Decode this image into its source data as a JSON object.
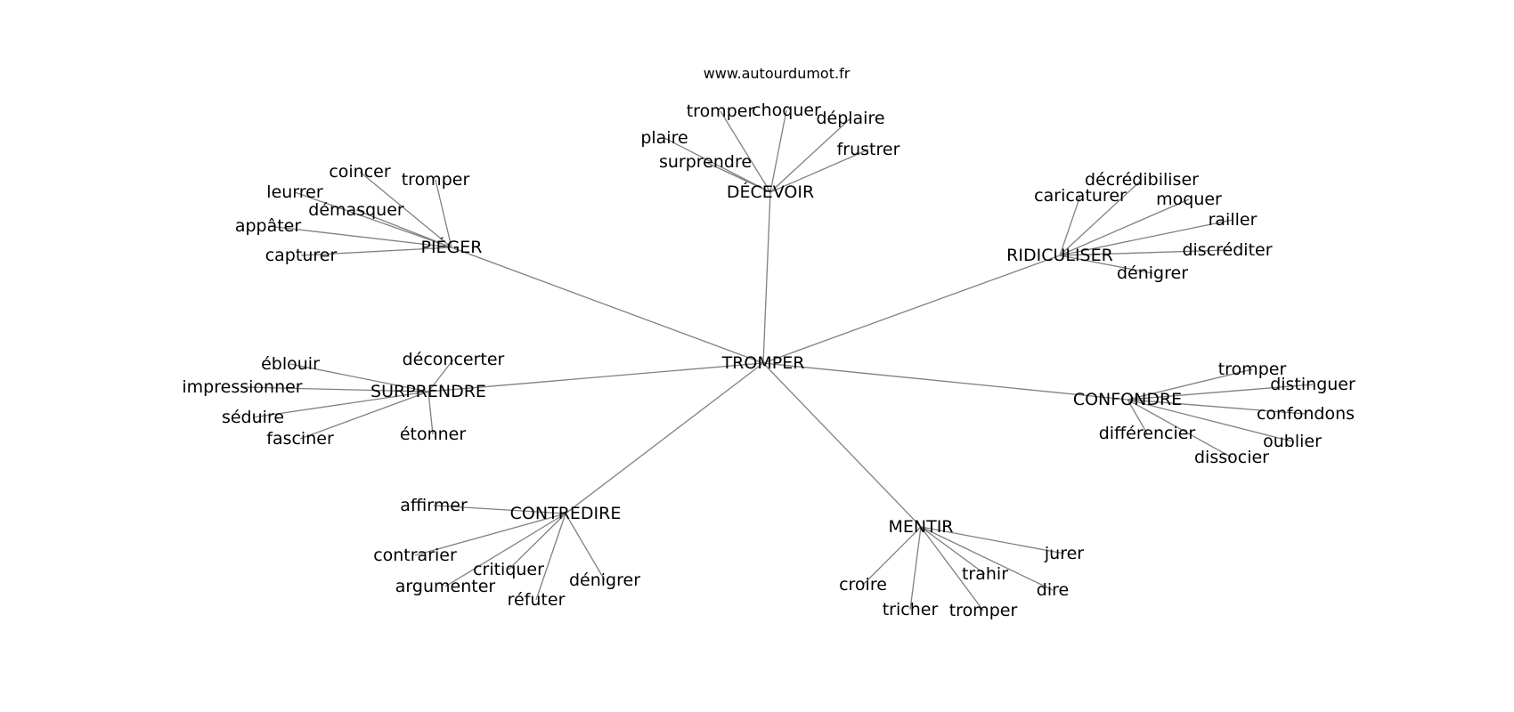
{
  "source": "www.autourdumot.fr",
  "root": "TROMPER",
  "hubs": [
    {
      "label": "DÉCEVOIR",
      "leaves": [
        "tromper",
        "choquer",
        "déplaire",
        "plaire",
        "surprendre",
        "frustrer"
      ]
    },
    {
      "label": "PIÉGER",
      "leaves": [
        "coincer",
        "tromper",
        "leurrer",
        "démasquer",
        "appâter",
        "capturer"
      ]
    },
    {
      "label": "RIDICULISER",
      "leaves": [
        "décrédibiliser",
        "caricaturer",
        "moquer",
        "railler",
        "discréditer",
        "dénigrer"
      ]
    },
    {
      "label": "SURPRENDRE",
      "leaves": [
        "éblouir",
        "impressionner",
        "séduire",
        "fasciner",
        "déconcerter",
        "étonner"
      ]
    },
    {
      "label": "CONFONDRE",
      "leaves": [
        "tromper",
        "distinguer",
        "confondons",
        "oublier",
        "différencier",
        "dissocier"
      ]
    },
    {
      "label": "CONTREDIRE",
      "leaves": [
        "affirmer",
        "contrarier",
        "critiquer",
        "argumenter",
        "réfuter",
        "dénigrer"
      ]
    },
    {
      "label": "MENTIR",
      "leaves": [
        "jurer",
        "trahir",
        "dire",
        "croire",
        "tricher",
        "tromper"
      ]
    }
  ]
}
